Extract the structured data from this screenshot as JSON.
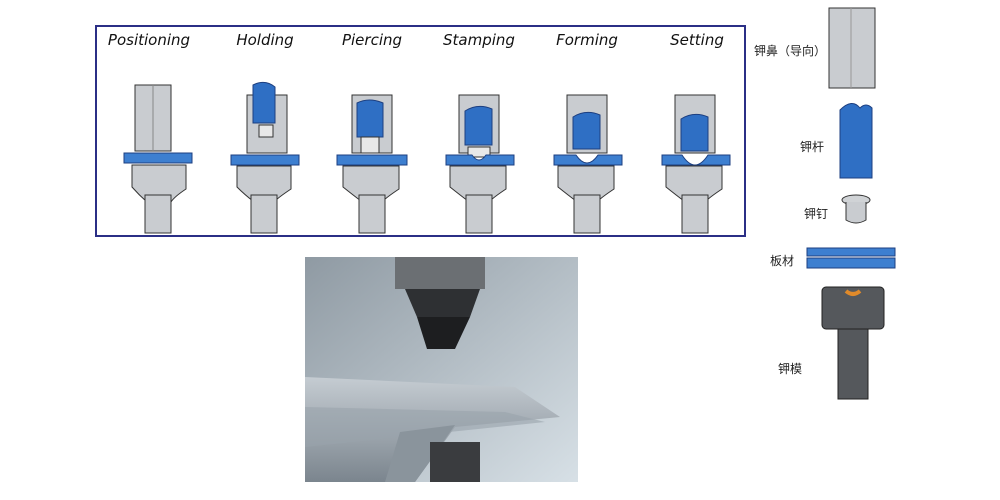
{
  "stages": [
    {
      "label": "Positioning"
    },
    {
      "label": "Holding"
    },
    {
      "label": "Piercing"
    },
    {
      "label": "Stamping"
    },
    {
      "label": "Forming"
    },
    {
      "label": "Setting"
    }
  ],
  "parts": [
    {
      "label": "钾鼻（导向）",
      "icon": "nose-guide-icon"
    },
    {
      "label": "钾杆",
      "icon": "punch-rod-icon"
    },
    {
      "label": "钾钉",
      "icon": "rivet-icon"
    },
    {
      "label": "板材",
      "icon": "sheet-icon"
    },
    {
      "label": "钾模",
      "icon": "die-icon"
    }
  ],
  "colors": {
    "frame": "#2b2f86",
    "blue": "#2f6fc4",
    "steel": "#c9ccd0",
    "die": "#55585c"
  }
}
